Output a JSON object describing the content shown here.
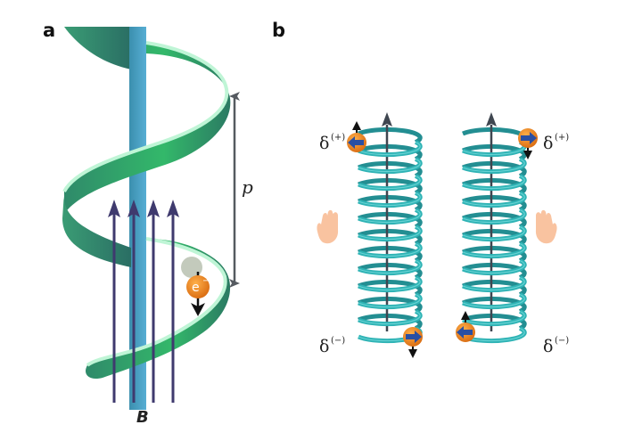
{
  "panels": {
    "a": {
      "label": "a",
      "pitch_label": "p",
      "field_label": "B",
      "electron_label": "e",
      "electron_charge": "−",
      "field_arrow_count": 4
    },
    "b": {
      "label": "b",
      "delta_symbol": "δ",
      "left_helix": {
        "top_label": "(+)",
        "bottom_label": "(−)"
      },
      "right_helix": {
        "top_label": "(+)",
        "bottom_label": "(−)"
      },
      "coil_turns": 12
    }
  },
  "colors": {
    "ribbon_dark": "#2e7d68",
    "ribbon_mid": "#3aa86a",
    "ribbon_light": "#a8efc9",
    "axis_rod": "#4aa3c9",
    "field_arrow": "#3f3a6e",
    "coil": "#2fb3b5",
    "axis_arrow": "#3f4650",
    "electron": "#ef8a22",
    "spin_arrow": "#2a4fa3",
    "hand": "#f9c3a0"
  }
}
